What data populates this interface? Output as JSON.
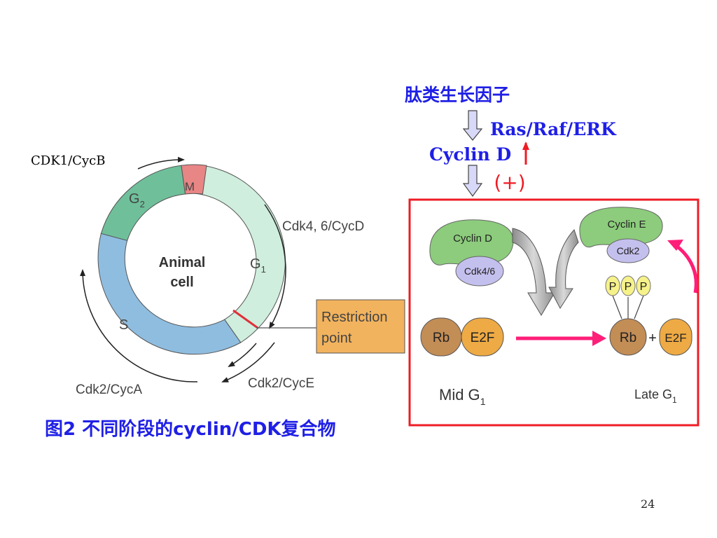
{
  "slide": {
    "cdk1_label": "CDK1/CycB",
    "caption": "图2 不同阶段的cyclin/CDK复合物",
    "page_number": "24"
  },
  "cycle": {
    "center_line1": "Animal",
    "center_line2": "cell",
    "phase_m": "M",
    "phase_g2": "G",
    "phase_g2_sub": "2",
    "phase_g1": "G",
    "phase_g1_sub": "1",
    "phase_s": "S",
    "cdk46_label": "Cdk4, 6/CycD",
    "cdk2e_label": "Cdk2/CycE",
    "cdk2a_label": "Cdk2/CycA",
    "restriction_line1": "Restriction",
    "restriction_line2": "point"
  },
  "pathway": {
    "growth_factor": "肽类生长因子",
    "ras_raf_erk": "Ras/Raf/ERK",
    "cyclin_d": "Cyclin D",
    "plus_sign": "(+)"
  },
  "panel": {
    "cyclin_d": "Cyclin D",
    "cdk46": "Cdk4/6",
    "cyclin_e": "Cyclin E",
    "cdk2": "Cdk2",
    "rb_mid": "Rb",
    "e2f_mid": "E2F",
    "rb_late": "Rb",
    "plus": "+",
    "e2f_late": "E2F",
    "p": "P",
    "mid_g": "Mid G",
    "mid_g_sub": "1",
    "late_g": "Late G",
    "late_g_sub": "1"
  },
  "colors": {
    "blue_text": "#1f1fe6",
    "g1_green": "#cfeedd",
    "g2_green": "#6fc09a",
    "s_blue": "#8fbde0",
    "m_pink": "#e88585",
    "restriction_orange": "#f2b35e",
    "panel_red": "#ee1c25",
    "magenta_arrow": "#ff1e78",
    "cyclin_green": "#8ccc7c",
    "cdk_lavender": "#c4c0ee",
    "rb_brown": "#c38d56",
    "e2f_orange": "#eeaa44",
    "phos_yellow": "#f6f28a"
  }
}
